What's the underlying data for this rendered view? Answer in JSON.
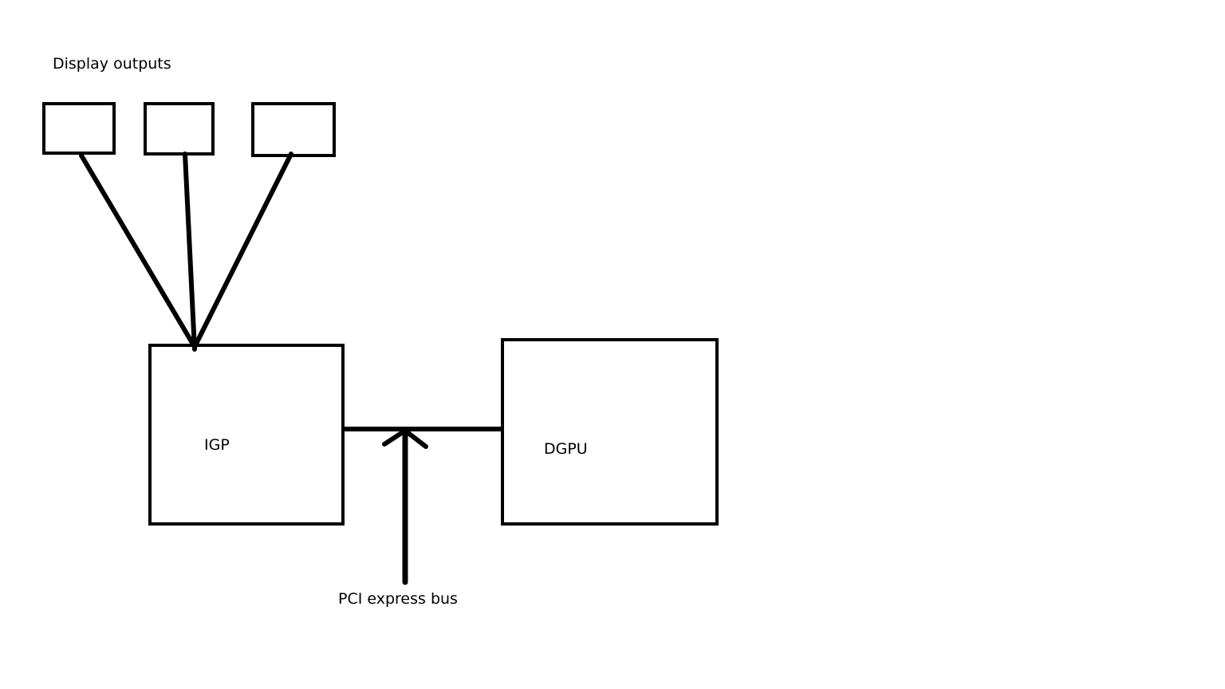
{
  "diagram": {
    "display_outputs_label": "Display outputs",
    "igp_label": "IGP",
    "dgpu_label": "DGPU",
    "pci_label": "PCI express bus",
    "stroke_color": "#000000",
    "background_color": "#ffffff"
  }
}
